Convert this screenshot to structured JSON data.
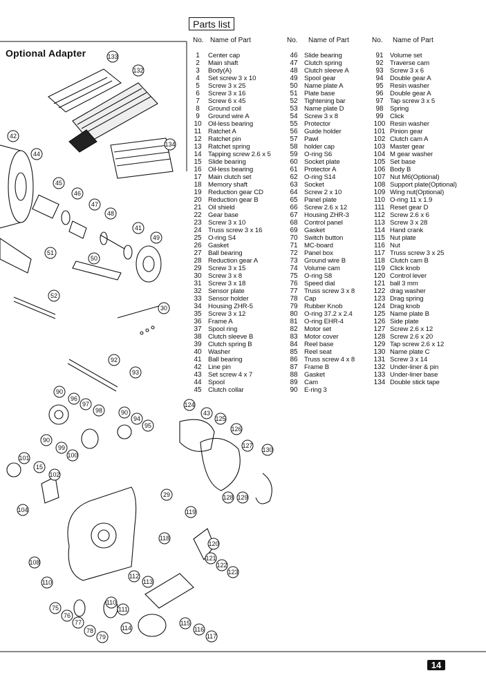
{
  "header": {
    "title": "Parts list",
    "col_no": "No.",
    "col_name": "Name of Part"
  },
  "adapter": {
    "title": "Optional Adapter"
  },
  "page_number": "14",
  "parts_col1": [
    {
      "no": "1",
      "name": "Center cap"
    },
    {
      "no": "2",
      "name": "Main shaft"
    },
    {
      "no": "3",
      "name": "Body(A)"
    },
    {
      "no": "4",
      "name": "Set screw 3 x 10"
    },
    {
      "no": "5",
      "name": "Screw 3 x 25"
    },
    {
      "no": "6",
      "name": "Screw 3 x 16"
    },
    {
      "no": "7",
      "name": "Screw 6 x 45"
    },
    {
      "no": "8",
      "name": "Ground coil"
    },
    {
      "no": "9",
      "name": "Ground wire A"
    },
    {
      "no": "10",
      "name": "Oil-less bearing"
    },
    {
      "no": "11",
      "name": "Ratchet A"
    },
    {
      "no": "12",
      "name": "Ratchet pin"
    },
    {
      "no": "13",
      "name": "Ratchet spring"
    },
    {
      "no": "14",
      "name": "Tapping screw 2.6 x 5"
    },
    {
      "no": "15",
      "name": "Slide bearing"
    },
    {
      "no": "16",
      "name": "Oil-less bearing"
    },
    {
      "no": "17",
      "name": "Main clutch set"
    },
    {
      "no": "18",
      "name": "Memory shaft"
    },
    {
      "no": "19",
      "name": "Reduction gear CD"
    },
    {
      "no": "20",
      "name": "Reduction gear B"
    },
    {
      "no": "21",
      "name": "Oil shield"
    },
    {
      "no": "22",
      "name": "Gear base"
    },
    {
      "no": "23",
      "name": "Screw 3 x 10"
    },
    {
      "no": "24",
      "name": "Truss screw 3 x 16"
    },
    {
      "no": "25",
      "name": "O-ring S4"
    },
    {
      "no": "26",
      "name": "Gasket"
    },
    {
      "no": "27",
      "name": "Ball bearing"
    },
    {
      "no": "28",
      "name": "Reduction gear A"
    },
    {
      "no": "29",
      "name": "Screw 3 x 15"
    },
    {
      "no": "30",
      "name": "Screw 3 x 8"
    },
    {
      "no": "31",
      "name": "Screw 3 x 18"
    },
    {
      "no": "32",
      "name": "Sensor plate"
    },
    {
      "no": "33",
      "name": "Sensor holder"
    },
    {
      "no": "34",
      "name": "Housing ZHR-5"
    },
    {
      "no": "35",
      "name": "Screw 3 x 12"
    },
    {
      "no": "36",
      "name": "Frame A"
    },
    {
      "no": "37",
      "name": "Spool ring"
    },
    {
      "no": "38",
      "name": "Clutch sleeve B"
    },
    {
      "no": "39",
      "name": "Clutch spring B"
    },
    {
      "no": "40",
      "name": "Washer"
    },
    {
      "no": "41",
      "name": "Ball bearing"
    },
    {
      "no": "42",
      "name": "Line pin"
    },
    {
      "no": "43",
      "name": "Set screw 4 x 7"
    },
    {
      "no": "44",
      "name": "Spool"
    },
    {
      "no": "45",
      "name": "Clutch collar"
    }
  ],
  "parts_col2": [
    {
      "no": "46",
      "name": "Slide bearing"
    },
    {
      "no": "47",
      "name": "Clutch spring"
    },
    {
      "no": "48",
      "name": "Clutch sleeve A"
    },
    {
      "no": "49",
      "name": "Spool gear"
    },
    {
      "no": "50",
      "name": "Name plate A"
    },
    {
      "no": "51",
      "name": "Plate base"
    },
    {
      "no": "52",
      "name": "Tightening bar"
    },
    {
      "no": "53",
      "name": "Name plate D"
    },
    {
      "no": "54",
      "name": "Screw 3 x 8"
    },
    {
      "no": "55",
      "name": "Protector"
    },
    {
      "no": "56",
      "name": "Guide holder"
    },
    {
      "no": "57",
      "name": "Pawl"
    },
    {
      "no": "58",
      "name": "holder cap"
    },
    {
      "no": "59",
      "name": "O-ring S6"
    },
    {
      "no": "60",
      "name": "Socket plate"
    },
    {
      "no": "61",
      "name": "Protector A"
    },
    {
      "no": "62",
      "name": "O-ring S14"
    },
    {
      "no": "63",
      "name": "Socket"
    },
    {
      "no": "64",
      "name": "Screw 2 x 10"
    },
    {
      "no": "65",
      "name": "Panel plate"
    },
    {
      "no": "66",
      "name": "Screw 2.6 x 12"
    },
    {
      "no": "67",
      "name": "Housing ZHR-3"
    },
    {
      "no": "68",
      "name": "Control panel"
    },
    {
      "no": "69",
      "name": "Gasket"
    },
    {
      "no": "70",
      "name": "Switch button"
    },
    {
      "no": "71",
      "name": "MC-board"
    },
    {
      "no": "72",
      "name": "Panel box"
    },
    {
      "no": "73",
      "name": "Ground wire B"
    },
    {
      "no": "74",
      "name": "Volume cam"
    },
    {
      "no": "75",
      "name": "O-ring S8"
    },
    {
      "no": "76",
      "name": "Speed dial"
    },
    {
      "no": "77",
      "name": "Truss screw 3 x 8"
    },
    {
      "no": "78",
      "name": "Cap"
    },
    {
      "no": "79",
      "name": "Rubber Knob"
    },
    {
      "no": "80",
      "name": "O-ring 37.2 x 2.4"
    },
    {
      "no": "81",
      "name": "O-ring EHR-4"
    },
    {
      "no": "82",
      "name": "Motor set"
    },
    {
      "no": "83",
      "name": "Motor cover"
    },
    {
      "no": "84",
      "name": "Reel base"
    },
    {
      "no": "85",
      "name": "Reel seat"
    },
    {
      "no": "86",
      "name": "Truss screw 4 x 8"
    },
    {
      "no": "87",
      "name": "Frame B"
    },
    {
      "no": "88",
      "name": "Gasket"
    },
    {
      "no": "89",
      "name": "Cam"
    },
    {
      "no": "90",
      "name": "E-ring 3"
    }
  ],
  "parts_col3": [
    {
      "no": "91",
      "name": "Volume set"
    },
    {
      "no": "92",
      "name": "Traverse cam"
    },
    {
      "no": "93",
      "name": "Screw 3 x 6"
    },
    {
      "no": "94",
      "name": "Double gear A"
    },
    {
      "no": "95",
      "name": "Resin washer"
    },
    {
      "no": "96",
      "name": "Double gear A"
    },
    {
      "no": "97",
      "name": "Tap screw 3 x 5"
    },
    {
      "no": "98",
      "name": "Spring"
    },
    {
      "no": "99",
      "name": "Click"
    },
    {
      "no": "100",
      "name": "Resin washer"
    },
    {
      "no": "101",
      "name": "Pinion gear"
    },
    {
      "no": "102",
      "name": "Clutch cam A"
    },
    {
      "no": "103",
      "name": "Master gear"
    },
    {
      "no": "104",
      "name": "M gear washer"
    },
    {
      "no": "105",
      "name": "Set base"
    },
    {
      "no": "106",
      "name": "Body B"
    },
    {
      "no": "107",
      "name": "Nut M6(Optional)"
    },
    {
      "no": "108",
      "name": "Support plate(Optional)"
    },
    {
      "no": "109",
      "name": "Wing nut(Optional)"
    },
    {
      "no": "110",
      "name": "O-ring 11 x 1.9"
    },
    {
      "no": "111",
      "name": "Reset gear D"
    },
    {
      "no": "112",
      "name": "Screw 2.6 x 6"
    },
    {
      "no": "113",
      "name": "Screw 3 x 28"
    },
    {
      "no": "114",
      "name": "Hand crank"
    },
    {
      "no": "115",
      "name": "Nut plate"
    },
    {
      "no": "116",
      "name": "Nut"
    },
    {
      "no": "117",
      "name": "Truss screw 3 x 25"
    },
    {
      "no": "118",
      "name": "Clutch cam B"
    },
    {
      "no": "119",
      "name": "Click knob"
    },
    {
      "no": "120",
      "name": "Control lever"
    },
    {
      "no": "121",
      "name": "ball 3 mm"
    },
    {
      "no": "122",
      "name": "drag washer"
    },
    {
      "no": "123",
      "name": "Drag spring"
    },
    {
      "no": "124",
      "name": "Drag knob"
    },
    {
      "no": "125",
      "name": "Name plate B"
    },
    {
      "no": "126",
      "name": "Side plate"
    },
    {
      "no": "127",
      "name": "Screw 2.6 x 12"
    },
    {
      "no": "128",
      "name": "Screw 2.6 x 20"
    },
    {
      "no": "129",
      "name": "Tap screw 2.6 x 12"
    },
    {
      "no": "130",
      "name": "Name plate C"
    },
    {
      "no": "131",
      "name": "Screw 3 x 14"
    },
    {
      "no": "132",
      "name": "Under-liner & pin"
    },
    {
      "no": "133",
      "name": "Under-liner base"
    },
    {
      "no": "134",
      "name": "Double stick tape"
    }
  ],
  "callouts": [
    "133",
    "132",
    "134",
    "42",
    "44",
    "45",
    "46",
    "47",
    "48",
    "41",
    "49",
    "51",
    "50",
    "52",
    "30",
    "92",
    "93",
    "90",
    "96",
    "97",
    "98",
    "90",
    "94",
    "95",
    "124",
    "43",
    "125",
    "126",
    "127",
    "130",
    "90",
    "99",
    "100",
    "101",
    "15",
    "102",
    "29",
    "104",
    "128",
    "129",
    "119",
    "118",
    "120",
    "121",
    "122",
    "123",
    "108",
    "112",
    "113",
    "110",
    "111",
    "114",
    "115",
    "116",
    "117",
    "75",
    "76",
    "77",
    "78",
    "79"
  ]
}
